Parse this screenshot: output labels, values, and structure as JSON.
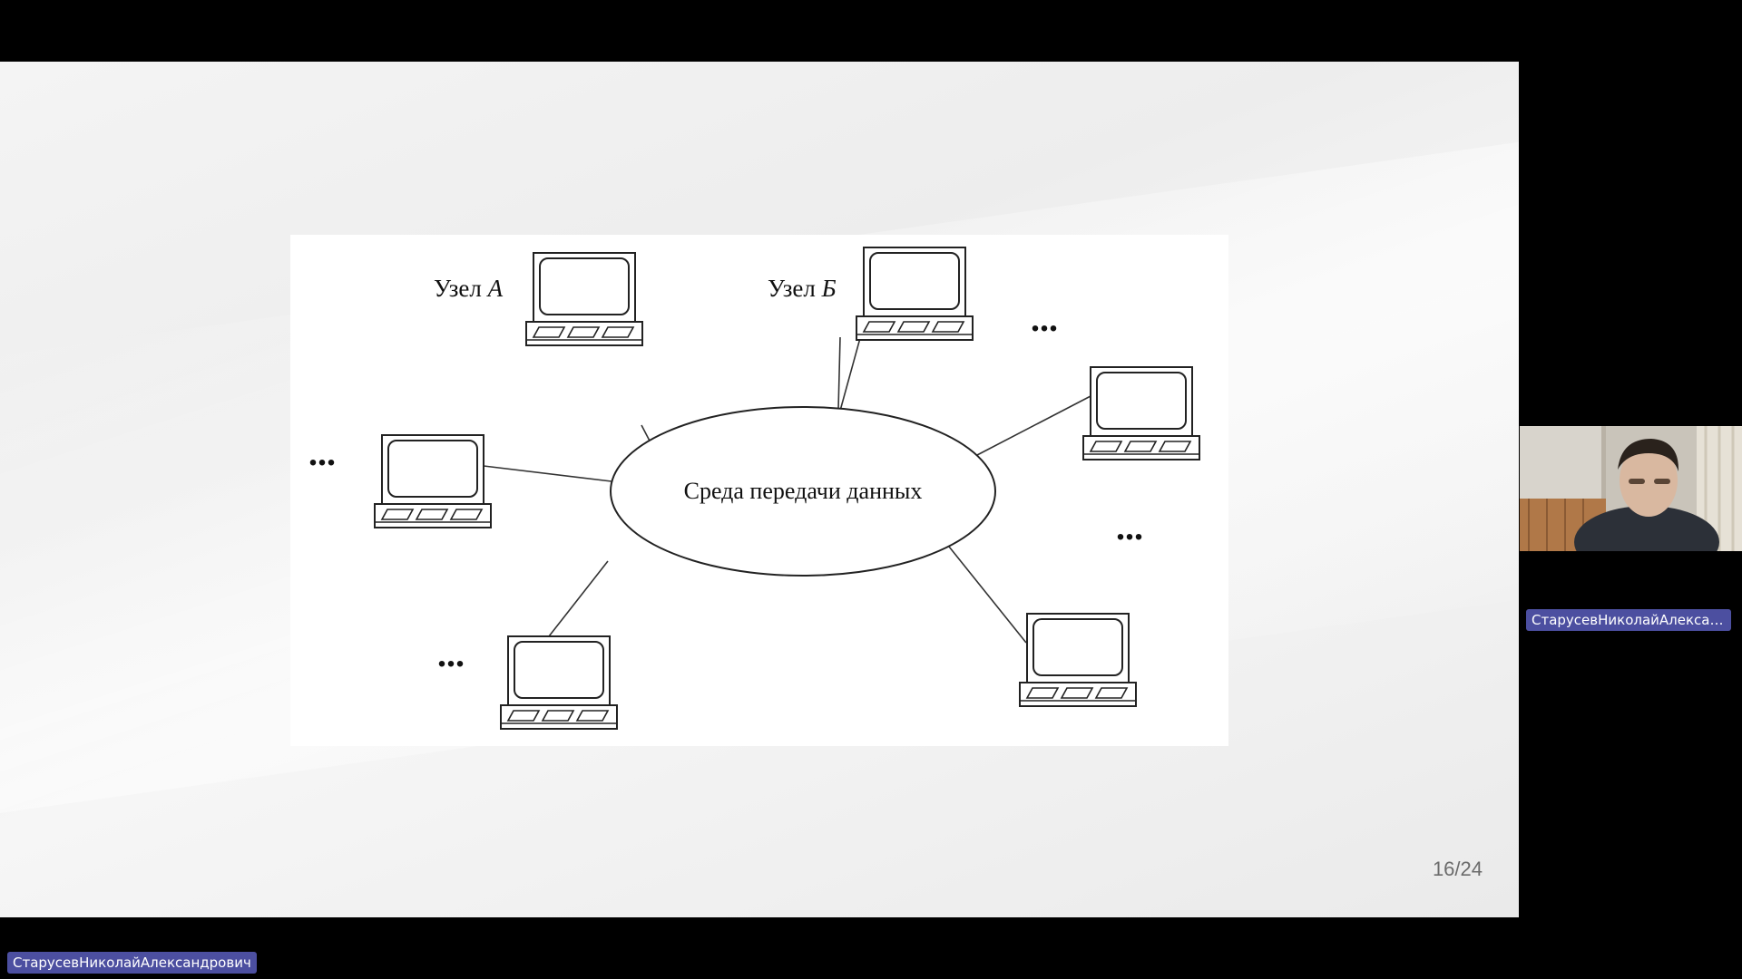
{
  "slide": {
    "page_number": "16/24",
    "diagram": {
      "center_label": "Среда передачи данных",
      "node_a_prefix": "Узел ",
      "node_a_letter": "А",
      "node_b_prefix": "Узел ",
      "node_b_letter": "Б",
      "ellipsis": "..."
    }
  },
  "participants": {
    "side_tile_name": "СтарусевНиколайАлександрович",
    "bottom_badge_name": "СтарусевНиколайАлександрович"
  },
  "icons": {
    "computer": "computer-icon",
    "person": "participant-video-icon"
  }
}
